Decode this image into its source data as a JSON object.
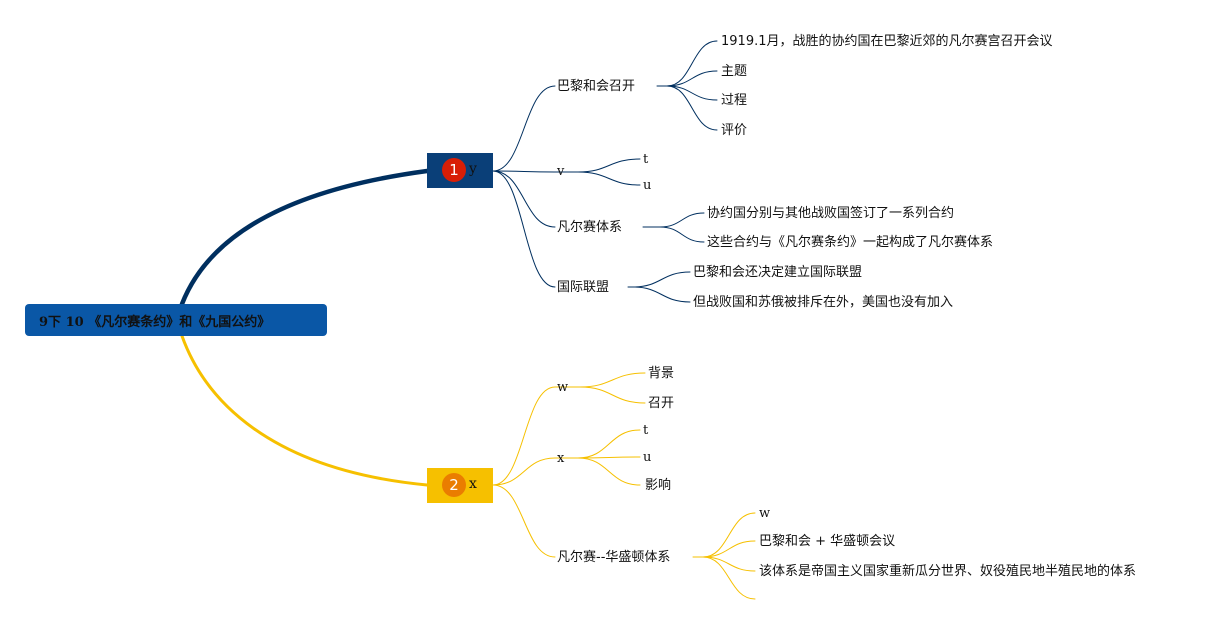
{
  "root": {
    "label": "9下 10 《凡尔赛条约》和《九国公约》"
  },
  "colors": {
    "branch1": "#002f5f",
    "branch2": "#f6c000",
    "root_bg": "#0a57a6",
    "topic1_bg": "#0a3f78",
    "topic2_bg": "#f6c000",
    "badge1": "#d81e06",
    "badge2": "#ea7d00"
  },
  "topic1": {
    "number": "1",
    "label": "y",
    "children": [
      {
        "label": "巴黎和会召开",
        "children": [
          "1919.1月，战胜的协约国在巴黎近郊的凡尔赛宫召开会议",
          "主题",
          "过程",
          "评价"
        ]
      },
      {
        "label": "v",
        "children": [
          "t",
          "u"
        ]
      },
      {
        "label": "凡尔赛体系",
        "children": [
          "协约国分别与其他战败国签订了一系列合约",
          "这些合约与《凡尔赛条约》一起构成了凡尔赛体系"
        ]
      },
      {
        "label": "国际联盟",
        "children": [
          "巴黎和会还决定建立国际联盟",
          "但战败国和苏俄被排斥在外，美国也没有加入"
        ]
      }
    ]
  },
  "topic2": {
    "number": "2",
    "label": "x",
    "children": [
      {
        "label": "w",
        "children": [
          "背景",
          "召开"
        ]
      },
      {
        "label": "x",
        "children": [
          "t",
          "u",
          "影响"
        ]
      },
      {
        "label": "凡尔赛--华盛顿体系",
        "children": [
          "w",
          "巴黎和会 + 华盛顿会议",
          "该体系是帝国主义国家重新瓜分世界、奴役殖民地半殖民地的体系",
          ""
        ]
      }
    ]
  }
}
